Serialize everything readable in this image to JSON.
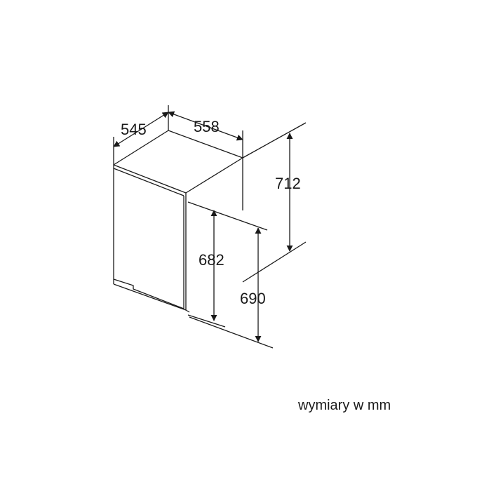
{
  "dimensions": {
    "depth": "545",
    "width": "558",
    "total_height": "712",
    "niche_height_min": "682",
    "niche_height_max": "690"
  },
  "caption": "wymiary w mm",
  "colors": {
    "line": "#1a1a1a",
    "background": "#ffffff"
  }
}
